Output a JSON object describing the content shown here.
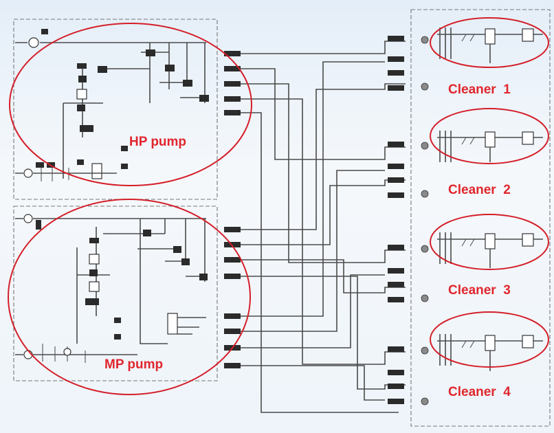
{
  "callouts": {
    "hp_pump": "HP pump",
    "mp_pump": "MP pump",
    "cleaner_1": "Cleaner  1",
    "cleaner_2": "Cleaner  2",
    "cleaner_3": "Cleaner  3",
    "cleaner_4": "Cleaner  4"
  },
  "colors": {
    "annotation": "#e0262d",
    "line": "#4a4a4a",
    "background": "#e4eef8"
  }
}
